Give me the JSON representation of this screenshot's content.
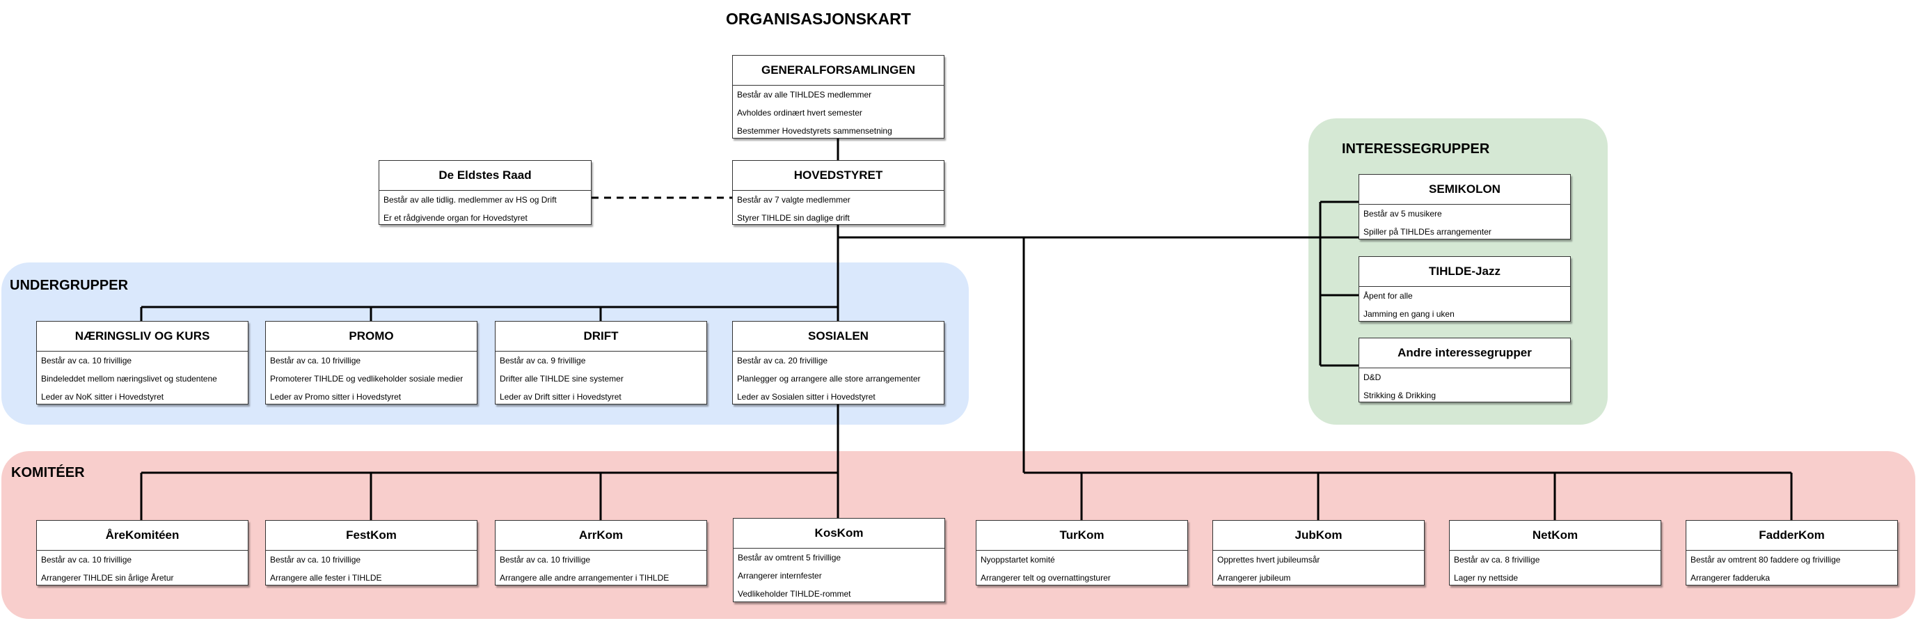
{
  "title": "ORGANISASJONSKART",
  "regions": {
    "undergrupper": "UNDERGRUPPER",
    "komiteer": "KOMITÉER",
    "interessegrupper": "INTERESSEGRUPPER"
  },
  "colors": {
    "undergrupper": "#dae8fc",
    "komiteer": "#f8cecc",
    "interessegrupper": "#d5e8d4"
  },
  "boxes": {
    "generalforsamlingen": {
      "title": "GENERALFORSAMLINGEN",
      "lines": [
        "Består av alle TIHLDES medlemmer",
        "Avholdes ordinært hvert semester",
        "Bestemmer Hovedstyrets sammensetning"
      ]
    },
    "hovedstyret": {
      "title": "HOVEDSTYRET",
      "lines": [
        "Består av 7 valgte medlemmer",
        "Styrer TIHLDE sin daglige drift"
      ]
    },
    "eldstes_raad": {
      "title": "De Eldstes Raad",
      "lines": [
        "Består av alle tidlig. medlemmer av HS og Drift",
        "Er et rådgivende organ for Hovedstyret"
      ]
    },
    "naeringsliv": {
      "title": "NÆRINGSLIV OG KURS",
      "lines": [
        "Består av ca. 10 frivillige",
        "Bindeleddet mellom næringslivet og studentene",
        "Leder av NoK sitter i Hovedstyret"
      ]
    },
    "promo": {
      "title": "PROMO",
      "lines": [
        "Består av ca. 10 frivillige",
        "Promoterer TIHLDE og vedlikeholder sosiale medier",
        "Leder av Promo sitter i Hovedstyret"
      ]
    },
    "drift": {
      "title": "DRIFT",
      "lines": [
        "Består av ca. 9 frivillige",
        "Drifter alle TIHLDE sine systemer",
        "Leder av Drift sitter i Hovedstyret"
      ]
    },
    "sosialen": {
      "title": "SOSIALEN",
      "lines": [
        "Består av ca. 20 frivillige",
        "Planlegger og arrangere alle store arrangementer",
        "Leder av Sosialen sitter i Hovedstyret"
      ]
    },
    "semikolon": {
      "title": "SEMIKOLON",
      "lines": [
        "Består av 5 musikere",
        "Spiller på TIHLDEs arrangementer"
      ]
    },
    "tihlde_jazz": {
      "title": "TIHLDE-Jazz",
      "lines": [
        "Åpent for alle",
        "Jamming en gang i uken"
      ]
    },
    "andre": {
      "title": "Andre interessegrupper",
      "lines": [
        "D&D",
        "Strikking & Drikking"
      ]
    },
    "arekomiteen": {
      "title": "ÅreKomitéen",
      "lines": [
        "Består av ca. 10 frivillige",
        "Arrangerer TIHLDE sin årlige Åretur"
      ]
    },
    "festkom": {
      "title": "FestKom",
      "lines": [
        "Består av ca. 10 frivillige",
        "Arrangere alle fester i TIHLDE"
      ]
    },
    "arrkom": {
      "title": "ArrKom",
      "lines": [
        "Består av ca. 10 frivillige",
        "Arrangere alle andre arrangementer i TIHLDE"
      ]
    },
    "koskom": {
      "title": "KosKom",
      "lines": [
        "Består av omtrent 5 frivillige",
        "Arrangerer internfester",
        "Vedlikeholder TIHLDE-rommet"
      ]
    },
    "turkom": {
      "title": "TurKom",
      "lines": [
        "Nyoppstartet komité",
        "Arrangerer telt og overnattingsturer"
      ]
    },
    "jubkom": {
      "title": "JubKom",
      "lines": [
        "Opprettes hvert jubileumsår",
        "Arrangerer jubileum"
      ]
    },
    "netkom": {
      "title": "NetKom",
      "lines": [
        "Består av ca. 8 frivillige",
        "Lager ny nettside"
      ]
    },
    "fadderkom": {
      "title": "FadderKom",
      "lines": [
        "Består av omtrent 80 faddere og frivillige",
        "Arrangerer fadderuka"
      ]
    }
  }
}
